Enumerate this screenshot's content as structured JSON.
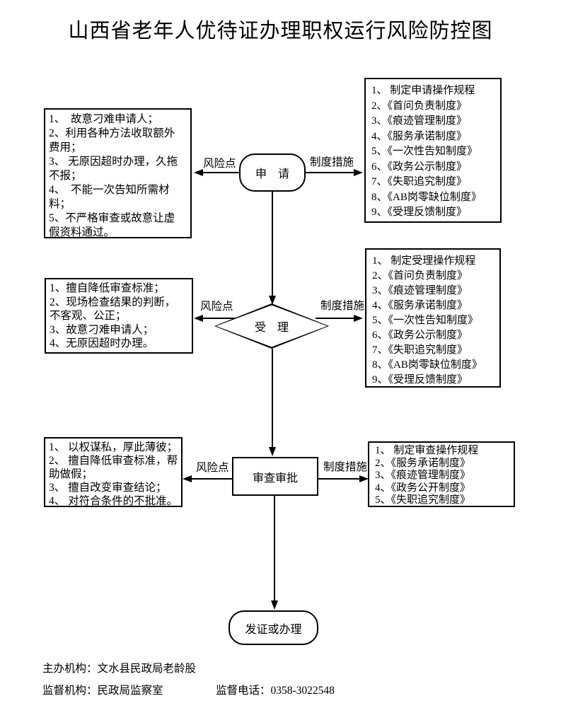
{
  "title": "山西省老年人优待证办理职权运行风险防控图",
  "arrow_labels": {
    "risk": "风险点",
    "measure": "制度措施"
  },
  "nodes": {
    "apply": "申　请",
    "accept": "受　理",
    "review": "审查审批",
    "issue": "发证或办理"
  },
  "risk_boxes": {
    "apply_lines": [
      "1、  故意刁难申请人；",
      "2、利用各种方法收取额外",
      "费用；",
      "3、 无原因超时办理，久拖",
      "不报；",
      "4、  不能一次告知所需材",
      "料；",
      "5、不严格审查或故意让虚",
      "假资料通过。"
    ],
    "accept_lines": [
      "1、擅自降低审查标准；",
      "2、现场检查结果的判断，",
      "不客观、公正；",
      "3、故意刁难申请人；",
      "4、无原因超时办理。"
    ],
    "review_lines": [
      "1、 以权谋私，厚此薄彼；",
      "2、 擅自降低审查标准，帮",
      "助做假；",
      "3、 擅自改变审查结论；",
      "4、 对符合条件的不批准。"
    ]
  },
  "measure_boxes": {
    "apply_lines": [
      "1、 制定申请操作规程",
      "2、《首问负责制度》",
      "3、《痕迹管理制度》",
      "4、《服务承诺制度》",
      "5、《一次性告知制度》",
      "6、《政务公示制度》",
      "7、《失职追究制度》",
      "8、《AB岗零缺位制度》",
      "9、《受理反馈制度》"
    ],
    "accept_lines": [
      "1、 制定受理操作规程",
      "2、《首问负责制度》",
      "3、《痕迹管理制度》",
      "4、《服务承诺制度》",
      "5、《一次性告知制度》",
      "6、《政务公示制度》",
      "7、《失职追究制度》",
      "8、《AB岗零缺位制度》",
      "9、《受理反馈制度》"
    ],
    "review_lines": [
      "1、 制定审查操作规程",
      "2、《服务承诺制度》",
      "3、《痕迹管理制度》",
      "4、《政务公开制度》",
      "5、《失职追究制度》"
    ]
  },
  "footer": {
    "organizer": "主办机构：文水县民政局老龄股",
    "supervisor": "监督机构：民政局监察室",
    "phone": "监督电话：0358-3022548"
  },
  "colors": {
    "ink": "#000000",
    "paper": "#ffffff"
  }
}
